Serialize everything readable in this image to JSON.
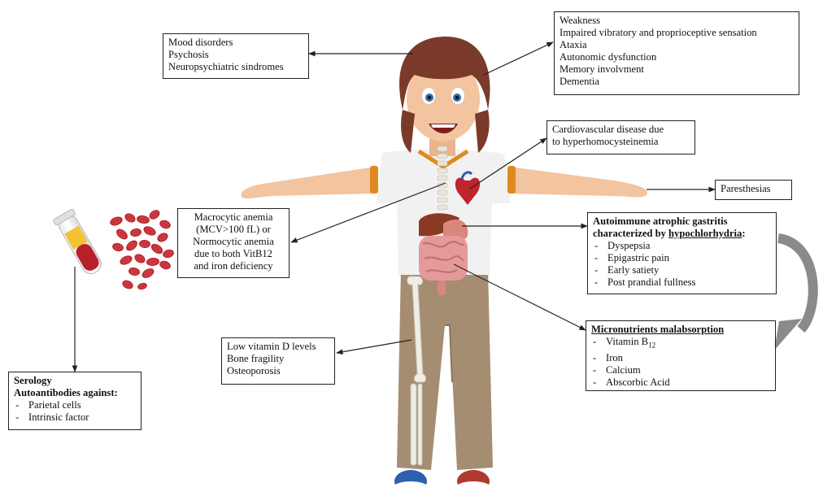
{
  "boxes": {
    "mood": {
      "lines": [
        "Mood disorders",
        "Psychosis",
        "Neuropsychiatric sindromes"
      ]
    },
    "neuro": {
      "lines": [
        "Weakness",
        "Impaired vibratory and proprioceptive sensation",
        "Ataxia",
        "Autonomic dysfunction",
        "Memory involvment",
        "Dementia"
      ]
    },
    "cardio": {
      "lines": [
        "Cardiovascular disease due",
        "to hyperhomocysteinemia"
      ]
    },
    "paresthesias": {
      "text": "Paresthesias"
    },
    "anemia": {
      "lines": [
        "Macrocytic anemia",
        "(MCV>100 fL) or",
        "Normocytic anemia",
        "due to both VitB12",
        "and iron deficiency"
      ]
    },
    "gastritis": {
      "title_line1": "Autoimmune atrophic gastritis",
      "title_line2_prefix": "characterized by ",
      "title_line2_underlined": "hypochlorhydria",
      "title_line2_suffix": ":",
      "items": [
        "Dyspepsia",
        "Epigastric pain",
        "Early satiety",
        "Post prandial fullness"
      ]
    },
    "micronutrients": {
      "title": "Micronutrients malabsorption",
      "item_vitamin": "Vitamin B",
      "item_vitamin_sub": "12",
      "items": [
        "Iron",
        "Calcium",
        "Abscorbic Acid"
      ]
    },
    "bone": {
      "lines": [
        "Low vitamin D levels",
        "Bone fragility",
        "Osteoporosis"
      ]
    },
    "serology": {
      "title1": "Serology",
      "title2": "Autoantibodies against:",
      "items": [
        "Parietal cells",
        "Intrinsic factor"
      ]
    }
  },
  "colors": {
    "skin": "#f2c4a0",
    "hair": "#7a3a2a",
    "shirt": "#f1f1f1",
    "shirt_trim": "#e08a1e",
    "pants": "#a58d72",
    "shoe": "#2f5fb0",
    "blood": "#c0242c",
    "arrow": "#222222",
    "cycle_arrow": "#8a8a8a"
  }
}
